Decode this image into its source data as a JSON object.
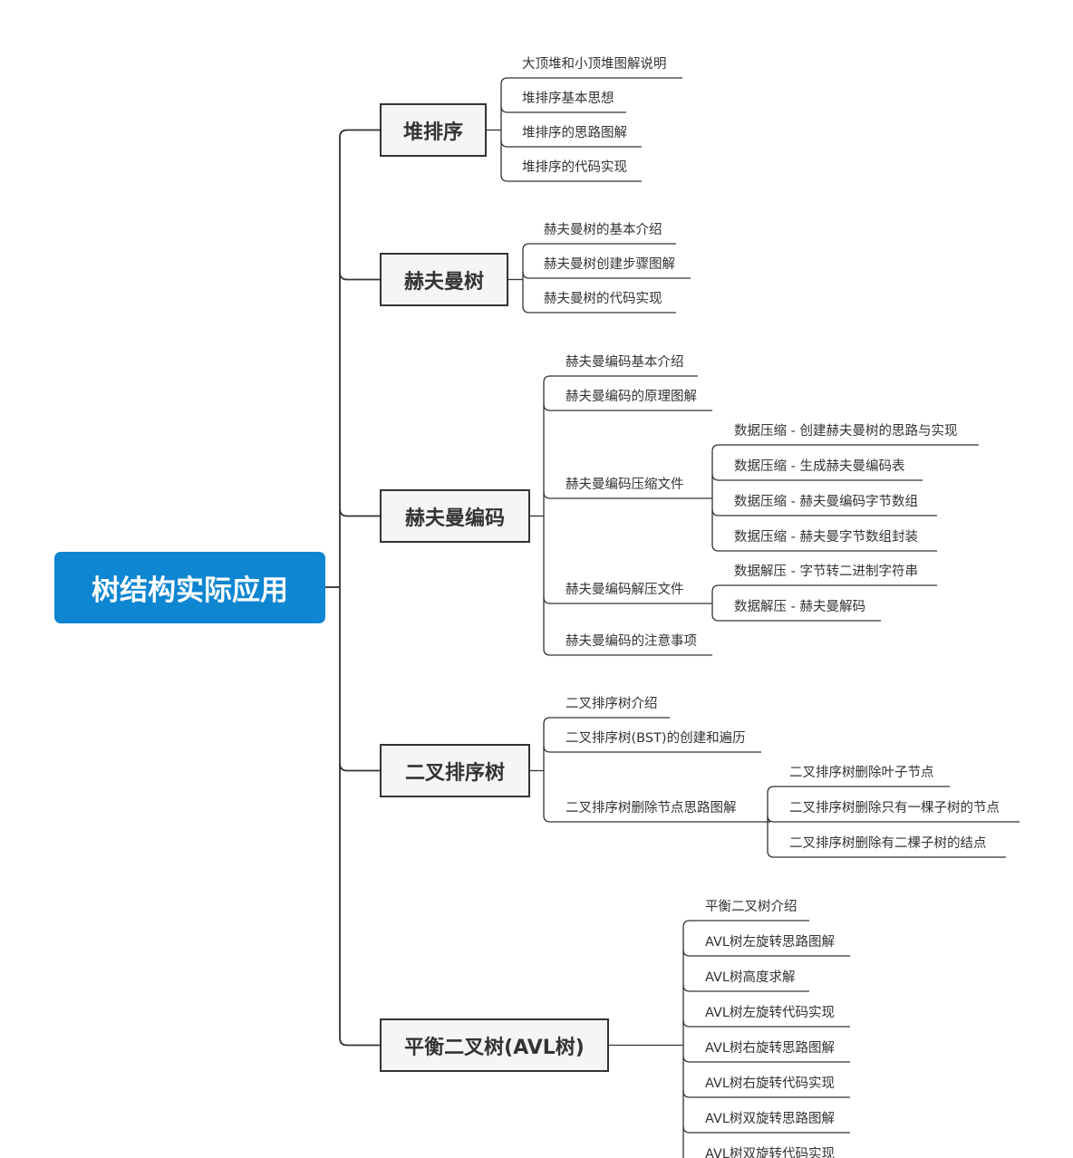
{
  "root": {
    "label": "树结构实际应用"
  },
  "branches": [
    {
      "label": "堆排序",
      "children": [
        {
          "label": "大顶堆和小顶堆图解说明"
        },
        {
          "label": "堆排序基本思想"
        },
        {
          "label": "堆排序的思路图解"
        },
        {
          "label": "堆排序的代码实现"
        }
      ]
    },
    {
      "label": "赫夫曼树",
      "children": [
        {
          "label": "赫夫曼树的基本介绍"
        },
        {
          "label": "赫夫曼树创建步骤图解"
        },
        {
          "label": "赫夫曼树的代码实现"
        }
      ]
    },
    {
      "label": "赫夫曼编码",
      "children": [
        {
          "label": "赫夫曼编码基本介绍"
        },
        {
          "label": "赫夫曼编码的原理图解"
        },
        {
          "label": "赫夫曼编码压缩文件",
          "children": [
            {
              "label": "数据压缩 - 创建赫夫曼树的思路与实现"
            },
            {
              "label": "数据压缩 - 生成赫夫曼编码表"
            },
            {
              "label": "数据压缩 - 赫夫曼编码字节数组"
            },
            {
              "label": "数据压缩 - 赫夫曼字节数组封装"
            }
          ]
        },
        {
          "label": "赫夫曼编码解压文件",
          "children": [
            {
              "label": "数据解压 - 字节转二进制字符串"
            },
            {
              "label": "数据解压 - 赫夫曼解码"
            }
          ]
        },
        {
          "label": "赫夫曼编码的注意事项"
        }
      ]
    },
    {
      "label": "二叉排序树",
      "children": [
        {
          "label": "二叉排序树介绍"
        },
        {
          "label": "二叉排序树(BST)的创建和遍历"
        },
        {
          "label": "二叉排序树删除节点思路图解",
          "children": [
            {
              "label": "二叉排序树删除叶子节点"
            },
            {
              "label": "二叉排序树删除只有一棵子树的节点"
            },
            {
              "label": "二叉排序树删除有二棵子树的结点"
            }
          ]
        }
      ]
    },
    {
      "label": "平衡二叉树(AVL树)",
      "children": [
        {
          "label": "平衡二叉树介绍"
        },
        {
          "label": "AVL树左旋转思路图解"
        },
        {
          "label": "AVL树高度求解"
        },
        {
          "label": "AVL树左旋转代码实现"
        },
        {
          "label": "AVL树右旋转思路图解"
        },
        {
          "label": "AVL树右旋转代码实现"
        },
        {
          "label": "AVL树双旋转思路图解"
        },
        {
          "label": "AVL树双旋转代码实现"
        }
      ]
    }
  ],
  "colors": {
    "root_fill": "#0f86d1",
    "line": "#333333",
    "main_fill": "#f5f5f5"
  }
}
